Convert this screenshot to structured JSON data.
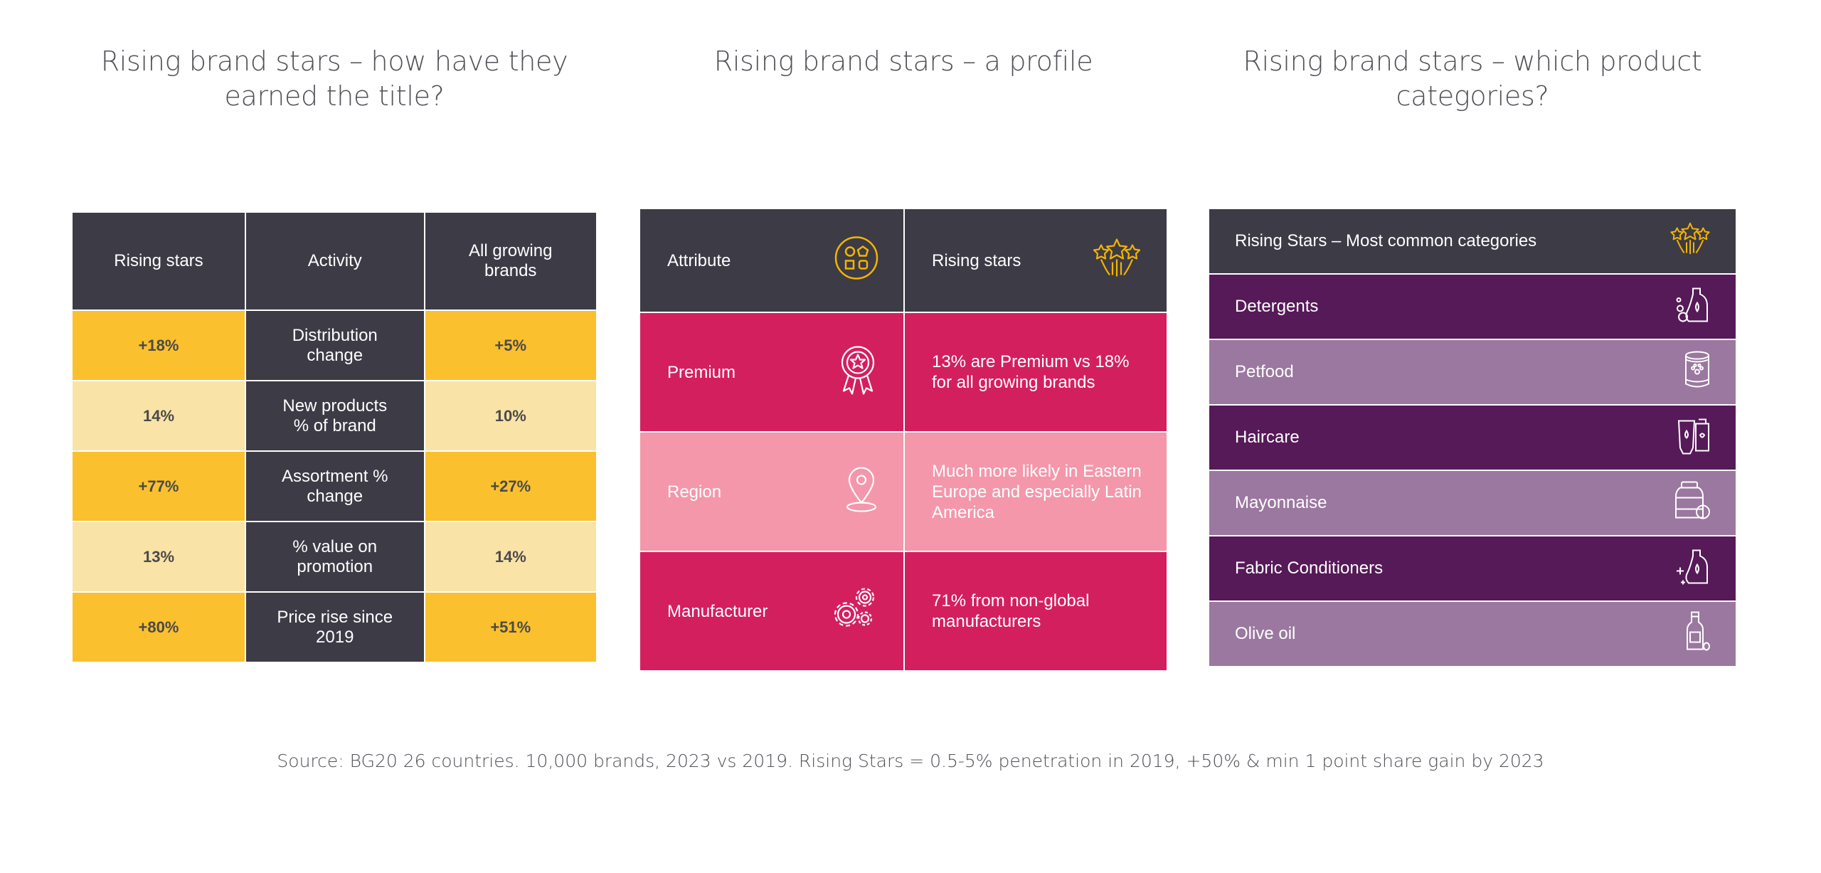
{
  "titles": {
    "panel1": "Rising brand stars – how have they earned the title?",
    "panel2": "Rising brand stars – a profile",
    "panel3": "Rising brand stars – which product categories?"
  },
  "panel1": {
    "headers": [
      "Rising stars",
      "Activity",
      "All growing brands"
    ],
    "rows": [
      {
        "rising": "+18%",
        "activity": "Distribution change",
        "all": "+5%",
        "shade": "dark"
      },
      {
        "rising": "14%",
        "activity": "New products % of brand",
        "all": "10%",
        "shade": "light"
      },
      {
        "rising": "+77%",
        "activity": "Assortment % change",
        "all": "+27%",
        "shade": "dark"
      },
      {
        "rising": "13%",
        "activity": "% value on promotion",
        "all": "14%",
        "shade": "light"
      },
      {
        "rising": "+80%",
        "activity": "Price rise since 2019",
        "all": "+51%",
        "shade": "dark"
      }
    ]
  },
  "panel2": {
    "headers": [
      "Attribute",
      "Rising stars"
    ],
    "header_icons": [
      "shapes-icon",
      "stars-icon"
    ],
    "rows": [
      {
        "attribute": "Premium",
        "icon": "award-ribbon-icon",
        "value": "13% are Premium vs 18% for all growing brands"
      },
      {
        "attribute": "Region",
        "icon": "location-pin-icon",
        "value": "Much more likely in Eastern Europe and especially Latin America"
      },
      {
        "attribute": "Manufacturer",
        "icon": "gears-icon",
        "value": "71% from non-global manufacturers"
      }
    ]
  },
  "panel3": {
    "header": "Rising Stars – Most common categories",
    "header_icon": "stars-icon",
    "rows": [
      {
        "label": "Detergents",
        "icon": "detergent-bottle-icon"
      },
      {
        "label": "Petfood",
        "icon": "pet-food-can-icon"
      },
      {
        "label": "Haircare",
        "icon": "haircare-tubes-icon"
      },
      {
        "label": "Mayonnaise",
        "icon": "mayonnaise-jar-icon"
      },
      {
        "label": "Fabric Conditioners",
        "icon": "fabric-conditioner-bottle-icon"
      },
      {
        "label": "Olive oil",
        "icon": "olive-oil-bottle-icon"
      }
    ]
  },
  "source": "Source: BG20 26 countries. 10,000 brands, 2023 vs 2019. Rising Stars = 0.5-5% penetration in 2019, +50% & min 1 point share gain by 2023",
  "colors": {
    "dark_header": "#3c3b46",
    "yellow": "#fbc02d",
    "light_yellow": "#f9e3a6",
    "pink": "#d41f5f",
    "light_pink": "#f497ab",
    "purple": "#561a58",
    "light_purple": "#9b78a0",
    "icon_gold": "#f4b400"
  }
}
